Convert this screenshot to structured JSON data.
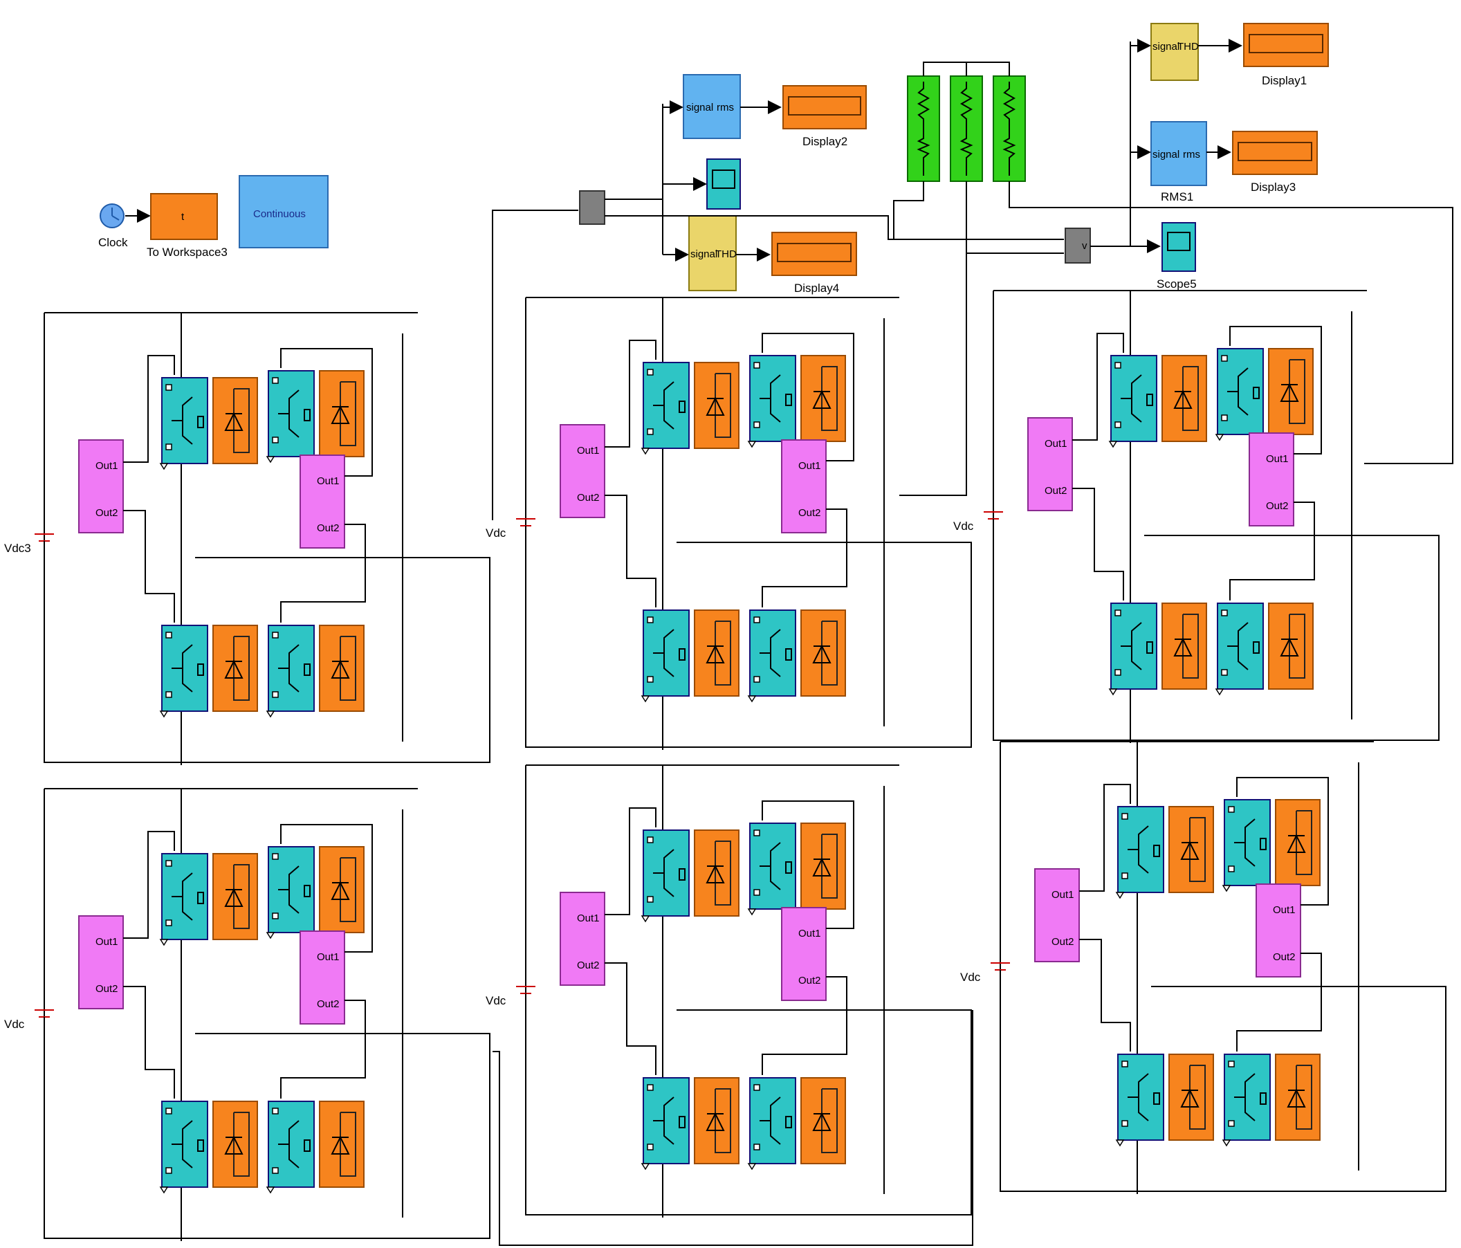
{
  "colors": {
    "igbt": "#2ec5c5",
    "diode": "#f7841e",
    "pulse": "#f07af5",
    "resistor_load": "#32d21a",
    "thd": "#ead56a",
    "rms": "#61b3f0",
    "display": "#f7841e",
    "sum": "#808080",
    "clock": "#6aa8f0",
    "wire": "#000000",
    "source": "#cc0000"
  },
  "labels": {
    "clock": "Clock",
    "to_workspace_text": "t",
    "to_workspace": "To Workspace3",
    "continuous": "Continuous",
    "rms_text_signal": "signal",
    "rms_text_rms": "rms",
    "thd_text_signal": "signal",
    "thd_text_thd": "THD",
    "display1": "Display1",
    "display2": "Display2",
    "display3": "Display3",
    "display4": "Display4",
    "rms1": "RMS1",
    "scope5": "Scope5",
    "out1": "Out1",
    "out2": "Out2",
    "v_meas": "v"
  },
  "sources": [
    "Vdc3",
    "Vdc",
    "Vdc",
    "Vdc",
    "Vdc",
    "Vdc"
  ],
  "hbridge_count": 6
}
